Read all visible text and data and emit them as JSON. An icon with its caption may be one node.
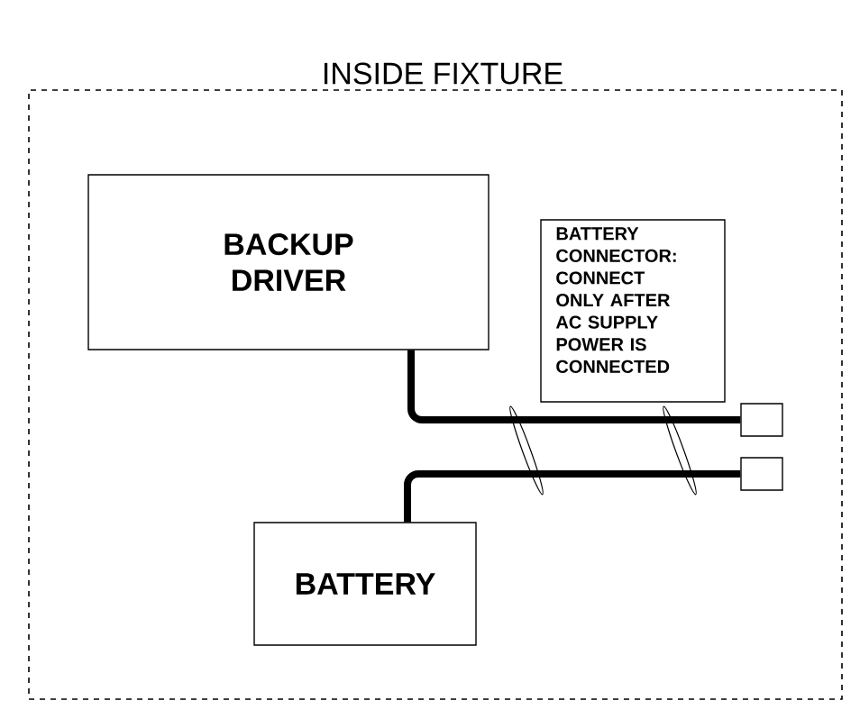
{
  "diagram": {
    "nodes": [
      {
        "text": [
          "INSIDE FIXTURE"
        ]
      },
      {
        "text": [
          "BACKUP DRIVER"
        ],
        "in": 0
      },
      {
        "text": [
          "BATTERY CONNECTOR: CONNECT ONLY AFTER AC SUPPLY POWER IS CONNECTED"
        ],
        "in": 0
      },
      {
        "text": [
          "BATTERY"
        ],
        "in": 0
      },
      {
        "text": [],
        "shape": "box",
        "in": 0
      },
      {
        "text": [],
        "shape": "box",
        "in": 0
      }
    ],
    "edges": [
      {
        "from": 1,
        "to": 4,
        "arrow": "none"
      },
      {
        "from": 3,
        "to": 5,
        "arrow": "none"
      }
    ]
  }
}
